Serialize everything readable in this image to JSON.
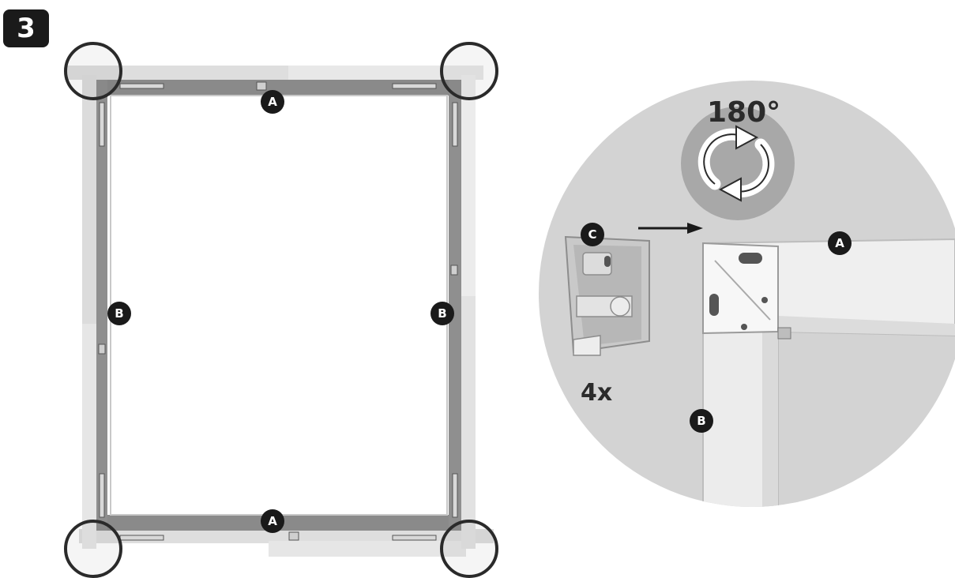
{
  "step_number": "3",
  "frame_labels": {
    "top_rail": "A",
    "bottom_rail": "A",
    "left_rail": "B",
    "right_rail": "B"
  },
  "detail": {
    "rotation": "180°",
    "part_c": "C",
    "part_a": "A",
    "part_b": "B",
    "quantity": "4x"
  },
  "icons": [
    "rotate-icon",
    "arrow-right-icon"
  ],
  "colors": {
    "label_bg": "#1a1a1a",
    "detail_circle": "#d3d3d3",
    "frame": "#dcdcdc",
    "frame_inner": "#8c8c8c"
  }
}
